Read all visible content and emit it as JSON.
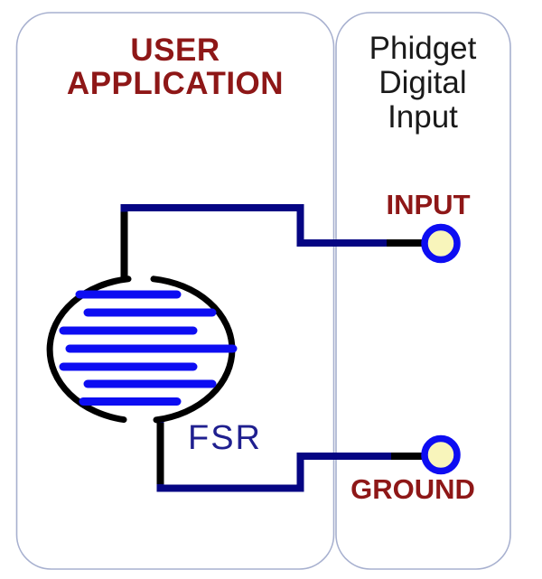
{
  "diagram": {
    "left_box": {
      "title": "USER\nAPPLICATION"
    },
    "right_box": {
      "title": "Phidget\nDigital\nInput"
    },
    "labels": {
      "input": "INPUT",
      "ground": "GROUND",
      "fsr": "FSR"
    },
    "colors": {
      "title_red": "#8e1717",
      "wire_navy": "#050583",
      "component_blue": "#0d0df2",
      "fsr_label_navy": "#1f1f8f",
      "terminal_fill": "#f8f5bb",
      "box_border": "#a7b0cf",
      "wire_black": "#000000",
      "background": "#ffffff"
    }
  }
}
